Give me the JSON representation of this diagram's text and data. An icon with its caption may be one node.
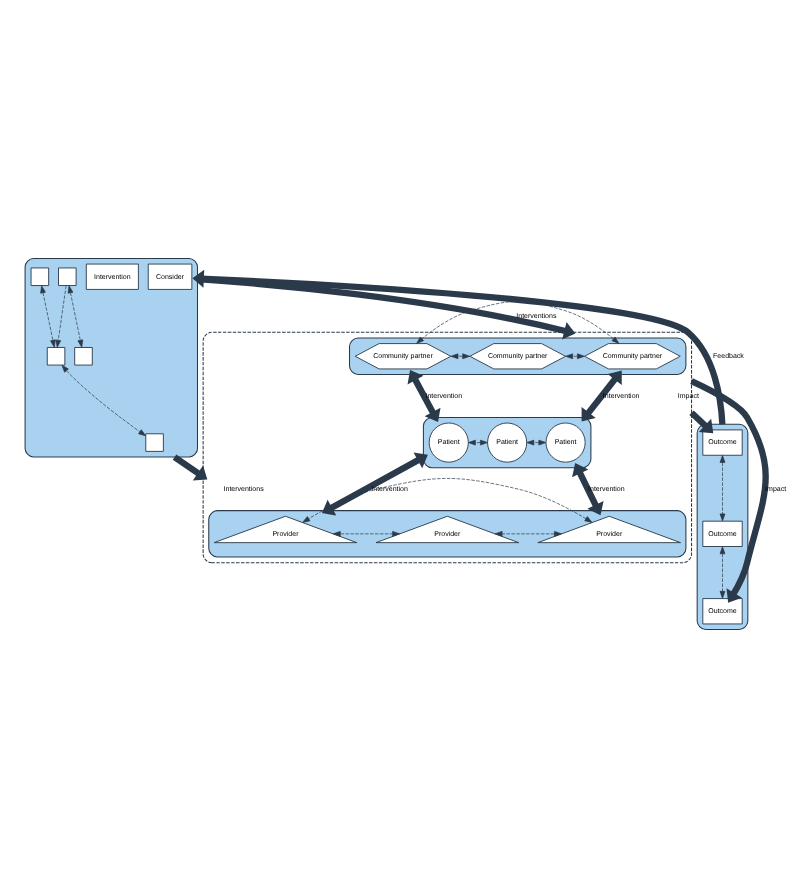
{
  "diagram": {
    "nodes": [
      {
        "text": [],
        "shape": "ellipse"
      },
      {
        "text": [
          "Consider"
        ],
        "in": 0
      },
      {
        "text": [
          "Intervention"
        ],
        "in": 0
      },
      {
        "text": [],
        "shape": "box",
        "in": 0
      },
      {
        "text": [],
        "shape": "box",
        "in": 0
      },
      {
        "text": [],
        "shape": "box",
        "in": 0
      },
      {
        "text": [],
        "shape": "box",
        "in": 0
      },
      {
        "text": [],
        "shape": "box",
        "in": 0
      },
      {
        "text": [],
        "shape": "box"
      },
      {
        "text": [],
        "shape": "ellipse",
        "in": 8
      },
      {
        "text": [
          "Community partner"
        ],
        "in": 9
      },
      {
        "text": [
          "Community partner"
        ],
        "in": 9
      },
      {
        "text": [
          "Community partner"
        ],
        "in": 9
      },
      {
        "text": [],
        "shape": "ellipse",
        "in": 8
      },
      {
        "text": [
          "Patient"
        ],
        "in": 13
      },
      {
        "text": [
          "Patient"
        ],
        "in": 13
      },
      {
        "text": [
          "Patient"
        ],
        "in": 13
      },
      {
        "text": [],
        "shape": "ellipse",
        "in": 8
      },
      {
        "text": [
          "Provider"
        ],
        "in": 17
      },
      {
        "text": [
          "Provider"
        ],
        "in": 17
      },
      {
        "text": [
          "Provider"
        ],
        "in": 17
      },
      {
        "text": [],
        "shape": "ellipse"
      },
      {
        "text": [
          "Outcome"
        ],
        "in": 21
      },
      {
        "text": [
          "Outcome"
        ],
        "in": 21
      },
      {
        "text": [
          "Outcome"
        ],
        "in": 21
      }
    ],
    "edges": [
      {
        "from": 3,
        "to": 4,
        "arrow": "both",
        "style": "dashed"
      },
      {
        "from": 3,
        "to": 6,
        "arrow": "to",
        "style": "dashed"
      },
      {
        "from": 5,
        "to": 6,
        "arrow": "both",
        "style": "dashed"
      },
      {
        "from": 6,
        "to": 7,
        "arrow": "both",
        "style": "dashed"
      },
      {
        "from": 0,
        "to": 8,
        "arrow": "to",
        "label": "Interventions",
        "style": "thick"
      },
      {
        "from": 0,
        "to": 8,
        "arrow": "to",
        "label": "Interventions",
        "style": "thick"
      },
      {
        "from": 10,
        "to": 11,
        "arrow": "both",
        "style": "dashed"
      },
      {
        "from": 10,
        "to": 12,
        "arrow": "both",
        "style": "dashed"
      },
      {
        "from": 11,
        "to": 12,
        "arrow": "both",
        "style": "dashed"
      },
      {
        "from": 9,
        "to": 13,
        "arrow": "both",
        "label": "Intervention",
        "style": "thick"
      },
      {
        "from": 9,
        "to": 13,
        "arrow": "both",
        "label": "Intervention",
        "style": "thick"
      },
      {
        "from": 14,
        "to": 15,
        "arrow": "both",
        "style": "dashed"
      },
      {
        "from": 15,
        "to": 16,
        "arrow": "both",
        "style": "dashed"
      },
      {
        "from": 13,
        "to": 17,
        "arrow": "both",
        "label": "Intervention",
        "style": "thick"
      },
      {
        "from": 13,
        "to": 17,
        "arrow": "both",
        "label": "Intervention",
        "style": "thick"
      },
      {
        "from": 18,
        "to": 19,
        "arrow": "both",
        "style": "dashed"
      },
      {
        "from": 18,
        "to": 20,
        "arrow": "both",
        "style": "dashed"
      },
      {
        "from": 20,
        "to": 19,
        "arrow": "both",
        "style": "dashed"
      },
      {
        "from": 8,
        "to": 22,
        "arrow": "to",
        "label": "Impact",
        "style": "thick"
      },
      {
        "from": 8,
        "to": 24,
        "arrow": "to",
        "label": "Impact",
        "style": "thick"
      },
      {
        "from": 22,
        "to": 23,
        "arrow": "both",
        "style": "dashed"
      },
      {
        "from": 23,
        "to": 24,
        "arrow": "both",
        "style": "dashed"
      },
      {
        "from": 21,
        "to": 0,
        "arrow": "to",
        "label": "Feedback",
        "style": "thick"
      }
    ]
  }
}
